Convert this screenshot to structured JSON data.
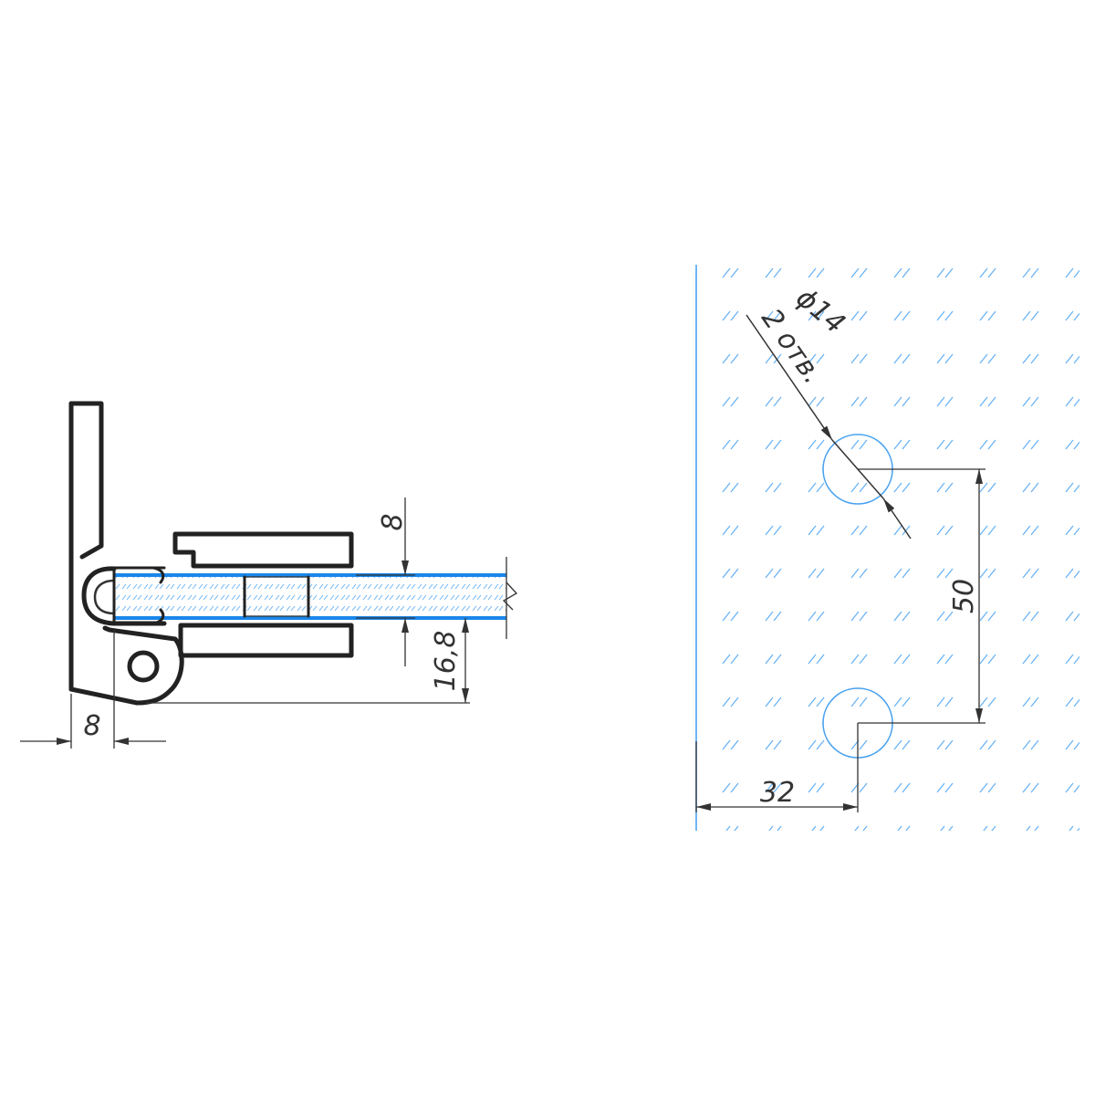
{
  "colors": {
    "outline": "#222222",
    "dimension": "#333333",
    "glass_edge": "#1a86ea",
    "glass_hatch": "#62b0f5"
  },
  "section_view": {
    "dim_glass_thickness": "8",
    "dim_offset_vertical": "16,8",
    "dim_offset_horizontal": "8"
  },
  "glass_view": {
    "hole_callout_diameter": "ϕ14",
    "hole_callout_count": "2 отв.",
    "dim_hole_spacing": "50",
    "dim_edge_to_hole": "32"
  }
}
